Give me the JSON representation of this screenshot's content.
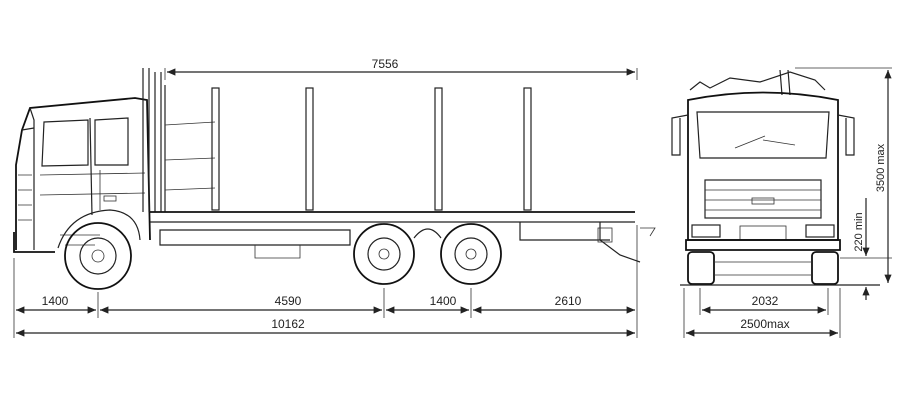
{
  "dimensions": {
    "platform_length": "7556",
    "front_overhang": "1400",
    "front_to_bogie": "4590",
    "bogie_spacing": "1400",
    "rear_overhang": "2610",
    "overall_length": "10162",
    "track_width": "2032",
    "overall_width": "2500max",
    "overall_height": "3500 max",
    "ground_clearance": "220 min"
  }
}
